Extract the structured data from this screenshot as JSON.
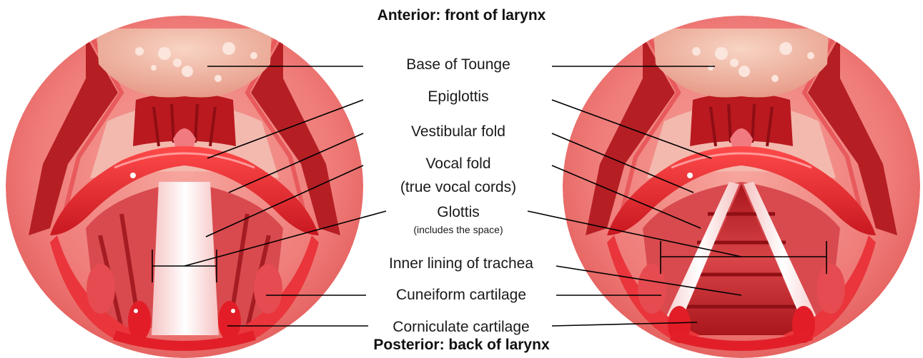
{
  "header_top": "Anterior: front of larynx",
  "header_bottom": "Posterior: back of larynx",
  "labels": {
    "base_of_tongue": "Base of Tounge",
    "epiglottis": "Epiglottis",
    "vestibular_fold": "Vestibular fold",
    "vocal_fold": "Vocal fold",
    "vocal_fold_sub": "(true vocal cords)",
    "glottis": "Glottis",
    "glottis_sub": "(includes the space)",
    "inner_lining": "Inner lining of trachea",
    "cuneiform": "Cuneiform cartilage",
    "corniculate": "Corniculate cartilage"
  },
  "colors": {
    "tissue_outer": "#ef7b78",
    "tissue_dark": "#c0282a",
    "fold_red": "#e5202a",
    "tongue": "#f1b7a3",
    "trachea": "#b81e24",
    "leader_line": "#000000"
  }
}
